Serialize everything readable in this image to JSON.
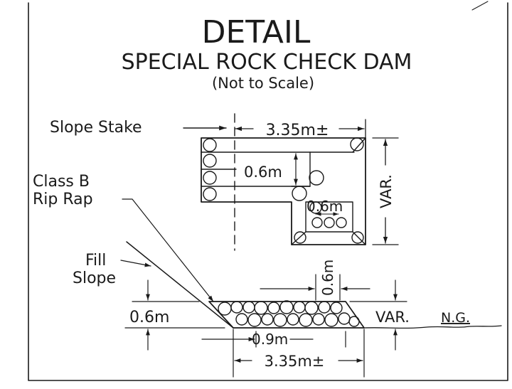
{
  "title": {
    "heading": "DETAIL",
    "name": "SPECIAL ROCK CHECK DAM",
    "scale_note": "(Not to Scale)"
  },
  "plan_view": {
    "slope_stake": "Slope Stake",
    "width_dim": "3.35m±",
    "course_dim": "0.6m",
    "inner_dim": "0.6m",
    "height_dim": "VAR."
  },
  "section_view": {
    "material": [
      "Class B",
      "Rip Rap"
    ],
    "fill_slope": [
      "Fill",
      "Slope"
    ],
    "depth_left": "0.6m",
    "crest_width": "0.6m",
    "base_inner": "0.9m",
    "base_width": "3.35m±",
    "depth_right": "VAR.",
    "ground": "N.G."
  },
  "colors": {
    "ink": "#1a1a1a",
    "paper": "#ffffff"
  }
}
